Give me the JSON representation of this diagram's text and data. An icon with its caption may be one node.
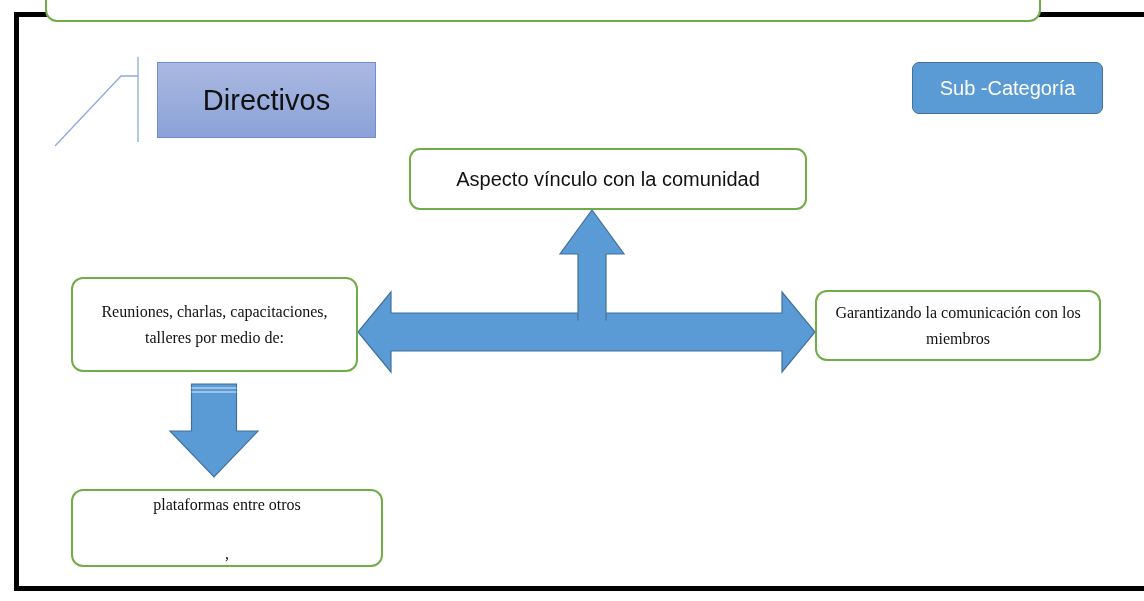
{
  "diagram": {
    "nodes": [
      {
        "text": [],
        "shape": "box"
      },
      {
        "text": [
          "Directivos"
        ]
      },
      {
        "text": [
          "Sub -Categoría"
        ]
      },
      {
        "text": [
          "Aspecto vínculo con la comunidad"
        ]
      },
      {
        "text": [
          "Reuniones, charlas, capacitaciones, talleres por medio de:"
        ]
      },
      {
        "text": [
          "Garantizando la comunicación con los miembros"
        ]
      },
      {
        "text": [
          "plataformas entre otros",
          ","
        ]
      }
    ],
    "edges": [
      {
        "from": 4,
        "to": 5,
        "arrow": "both"
      },
      {
        "from": null,
        "to": 3,
        "arrow": "to"
      },
      {
        "from": 4,
        "to": 6,
        "arrow": "to"
      }
    ]
  }
}
